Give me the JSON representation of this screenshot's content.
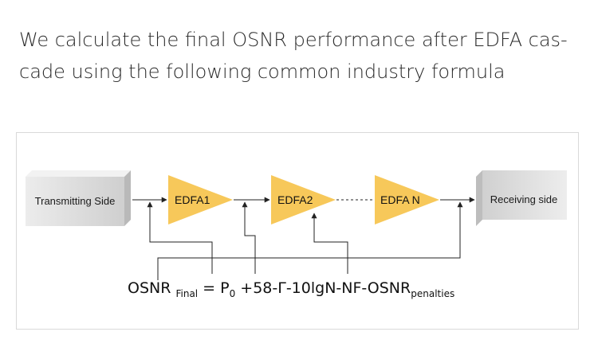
{
  "intro": {
    "line1": "We calculate the final OSNR performance after EDFA cas-",
    "line2": "cade using the following common industry formula"
  },
  "diagram": {
    "transmitter_label": "Transmitting Side",
    "receiver_label": "Receiving side",
    "amplifiers": [
      "EDFA1",
      "EDFA2",
      "EDFA N"
    ],
    "formula": {
      "lhs_main": "OSNR ",
      "lhs_sub": "Final",
      "eq": " = P",
      "p_sub": "0",
      "rhs": " +58-Γ-10lgN-NF-OSNR",
      "rhs_sub": "penalties"
    },
    "colors": {
      "amplifier_fill": "#F7C85A",
      "box_fill": "#D8D8D8",
      "line": "#222222"
    }
  }
}
